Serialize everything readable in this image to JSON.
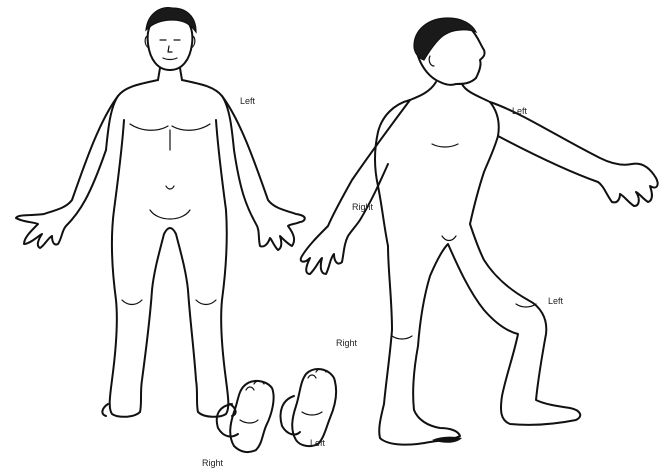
{
  "labels": {
    "front_figure_left": "Left",
    "side_figure_arm_left": "Left",
    "side_figure_arm_right": "Right",
    "side_figure_leg_left": "Left",
    "side_figure_leg_right": "Right",
    "soles_left": "Left",
    "soles_right": "Right"
  },
  "colors": {
    "line": "#111111",
    "background": "#ffffff"
  }
}
